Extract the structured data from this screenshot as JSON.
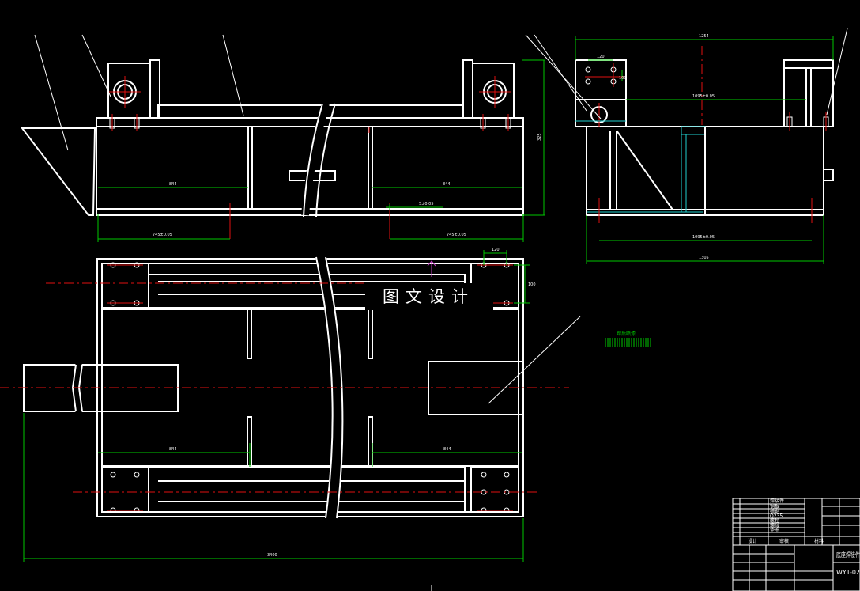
{
  "watermark": "图文设计",
  "colors": {
    "background": "#000000",
    "outline": "#ffffff",
    "dimension": "#00c800",
    "centerline": "#e01010",
    "weld": "#20d0d0",
    "marker": "#c040c0"
  },
  "front_view": {
    "dim_span_left": "844",
    "dim_span_right": "844",
    "dim_foot_left": "745±0.05",
    "dim_foot_right": "745±0.05",
    "dim_height": "325",
    "dim_offset": "5±0.05"
  },
  "side_view": {
    "dim_top": "1254",
    "dim_bolt_x": "120",
    "dim_bolt_y": "100",
    "dim_inner_top": "1095±0.05",
    "dim_inner_bottom": "1095±0.05",
    "dim_total": "1305"
  },
  "plan_view": {
    "dim_span_left": "844",
    "dim_span_right": "844",
    "dim_small_x": "120",
    "dim_small_y": "100",
    "dim_overall": "3400"
  },
  "surface_note": "焊后喷漆",
  "title_block": {
    "rows": [
      "焊接件",
      "钢板",
      "槽钢",
      "Q235",
      "螺栓",
      "螺母",
      "垫圈"
    ],
    "footer_labels": [
      "设计",
      "审核",
      "材料"
    ],
    "drawing_name": "底座焊接件",
    "drawing_number": "WYT-02"
  }
}
